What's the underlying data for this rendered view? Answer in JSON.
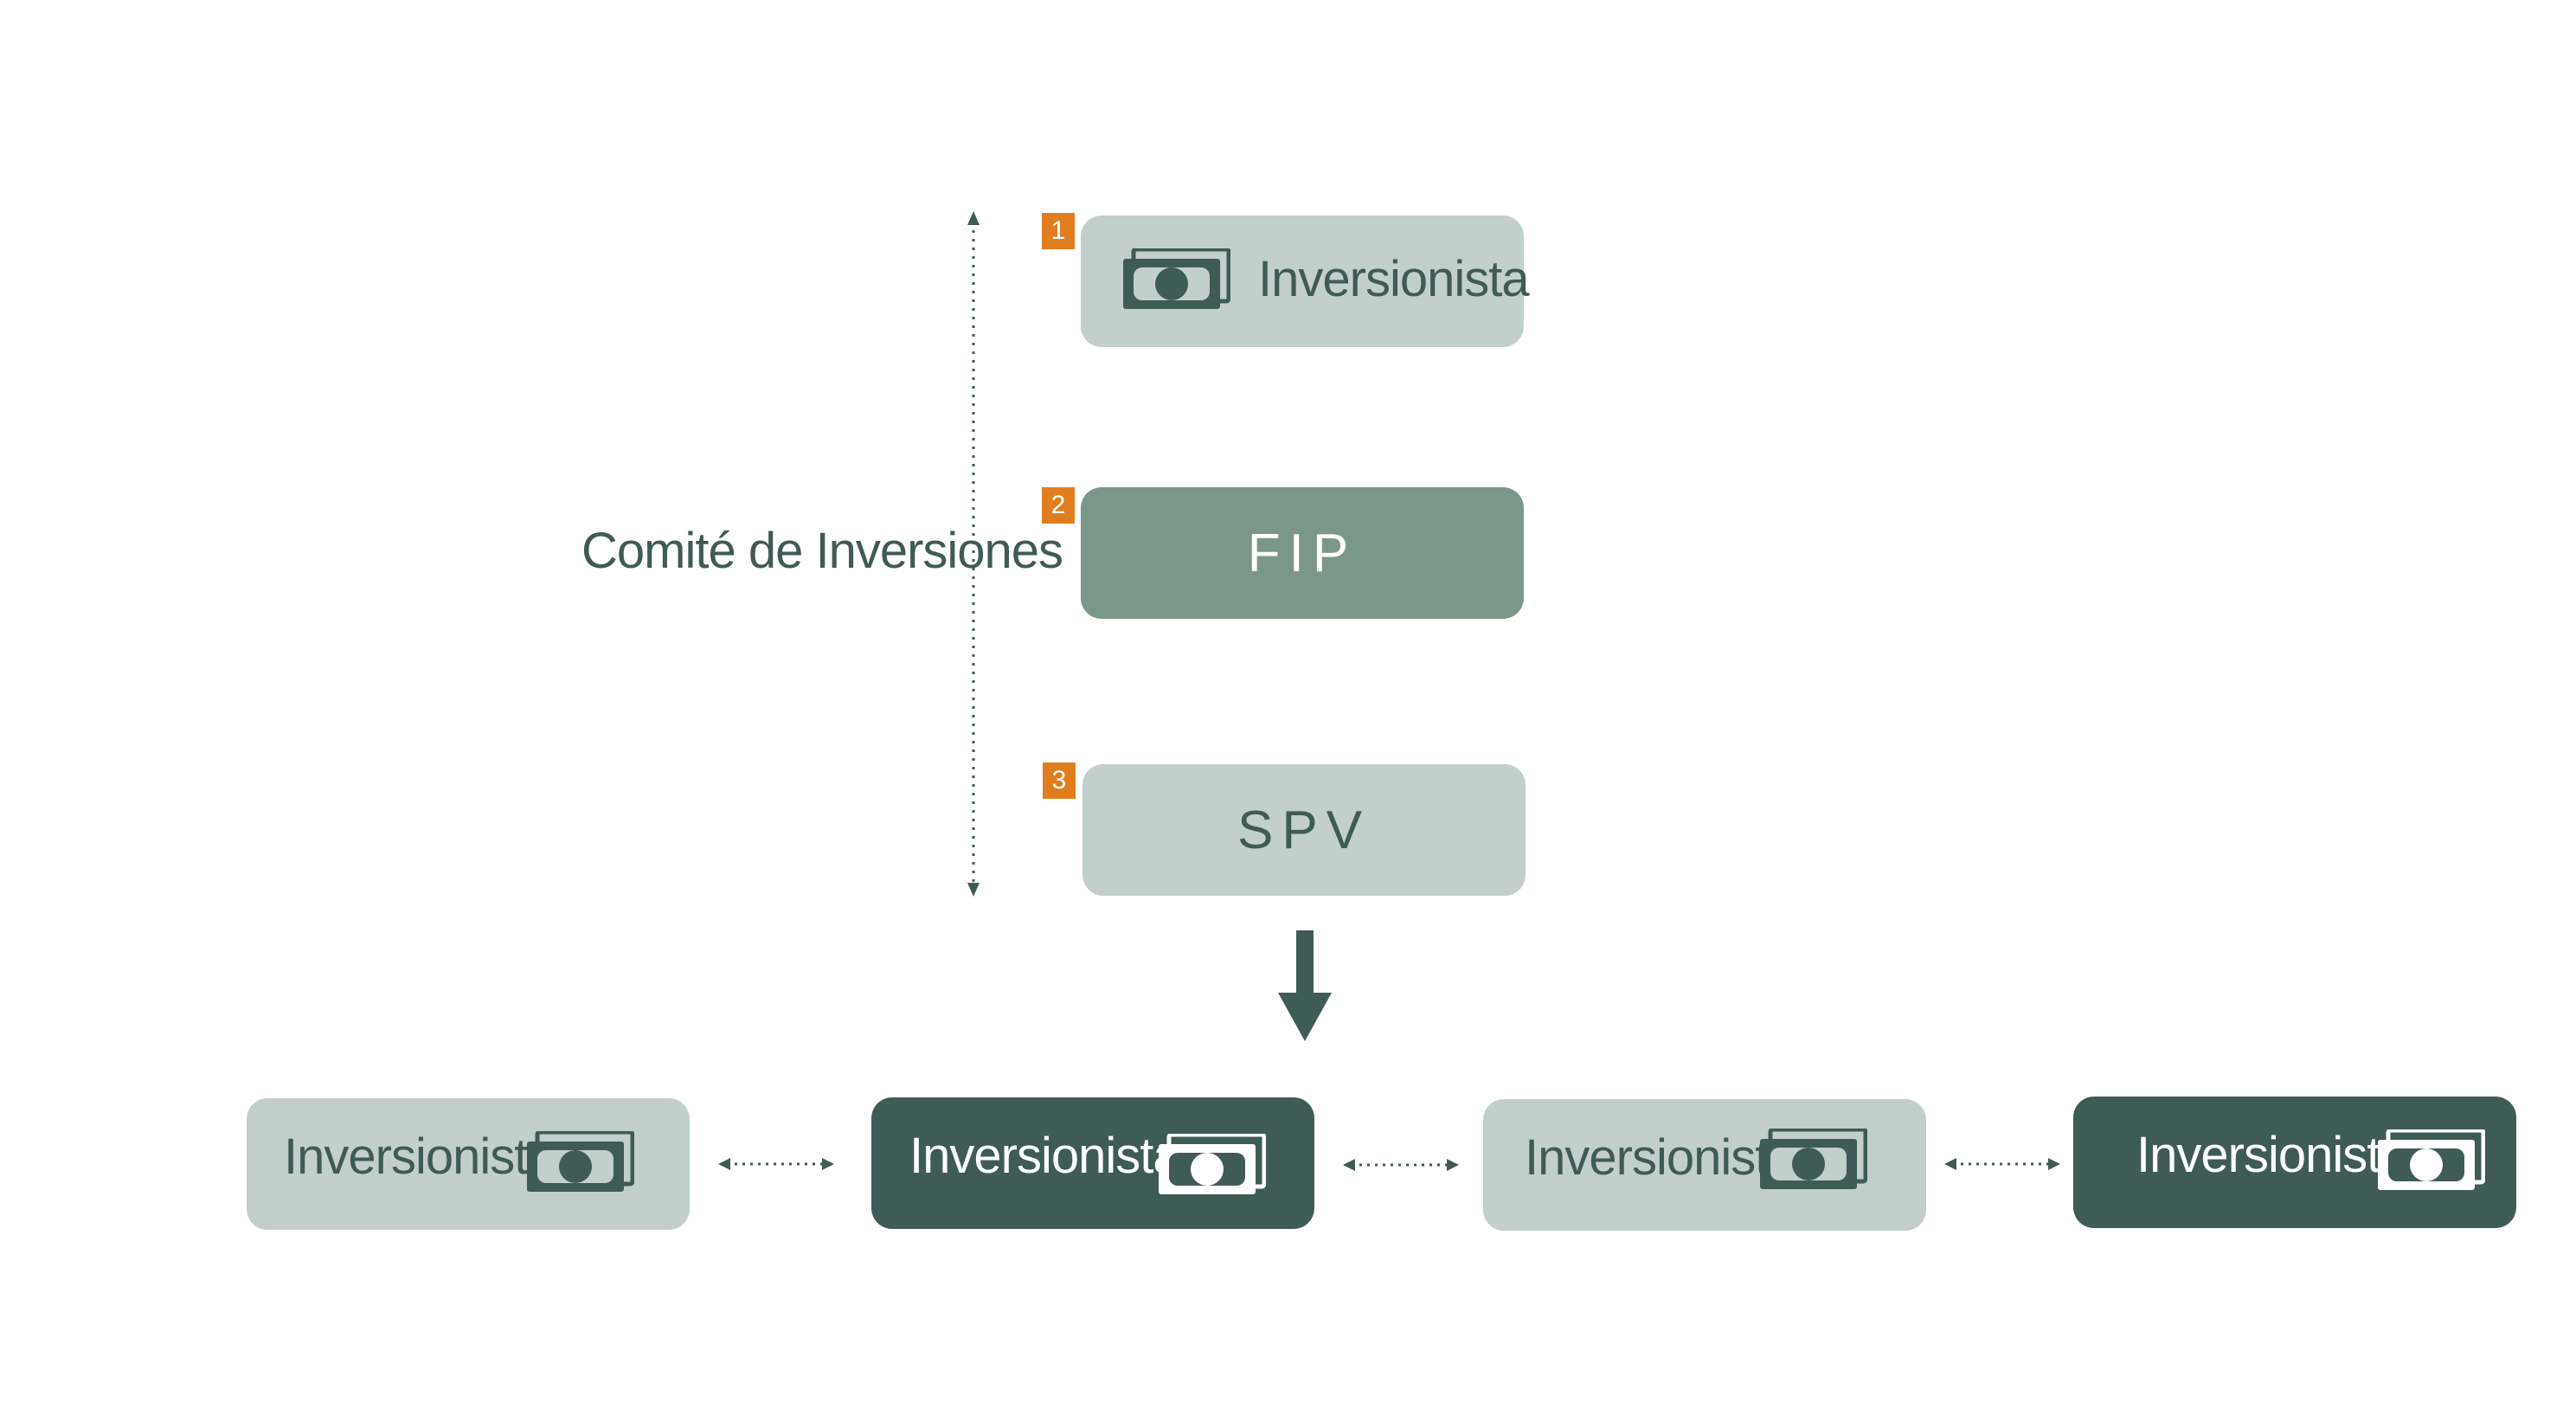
{
  "side_label": "Comité de Inversiones",
  "steps": [
    {
      "number": "1",
      "label": "Inversionista"
    },
    {
      "number": "2",
      "label": "FIP"
    },
    {
      "number": "3",
      "label": "SPV"
    }
  ],
  "bottom": [
    {
      "label": "Inversionista"
    },
    {
      "label": "Inversionista"
    },
    {
      "label": "Inversionista"
    },
    {
      "label": "Inversionista"
    }
  ],
  "colors": {
    "light_box": "#c2cfca",
    "mid_box": "#7a978a",
    "dark_box": "#3f5b56",
    "text_dark": "#405a55",
    "badge": "#e07e1f"
  },
  "icons": [
    "money-icon",
    "arrow-down-icon",
    "double-arrow-icon"
  ]
}
